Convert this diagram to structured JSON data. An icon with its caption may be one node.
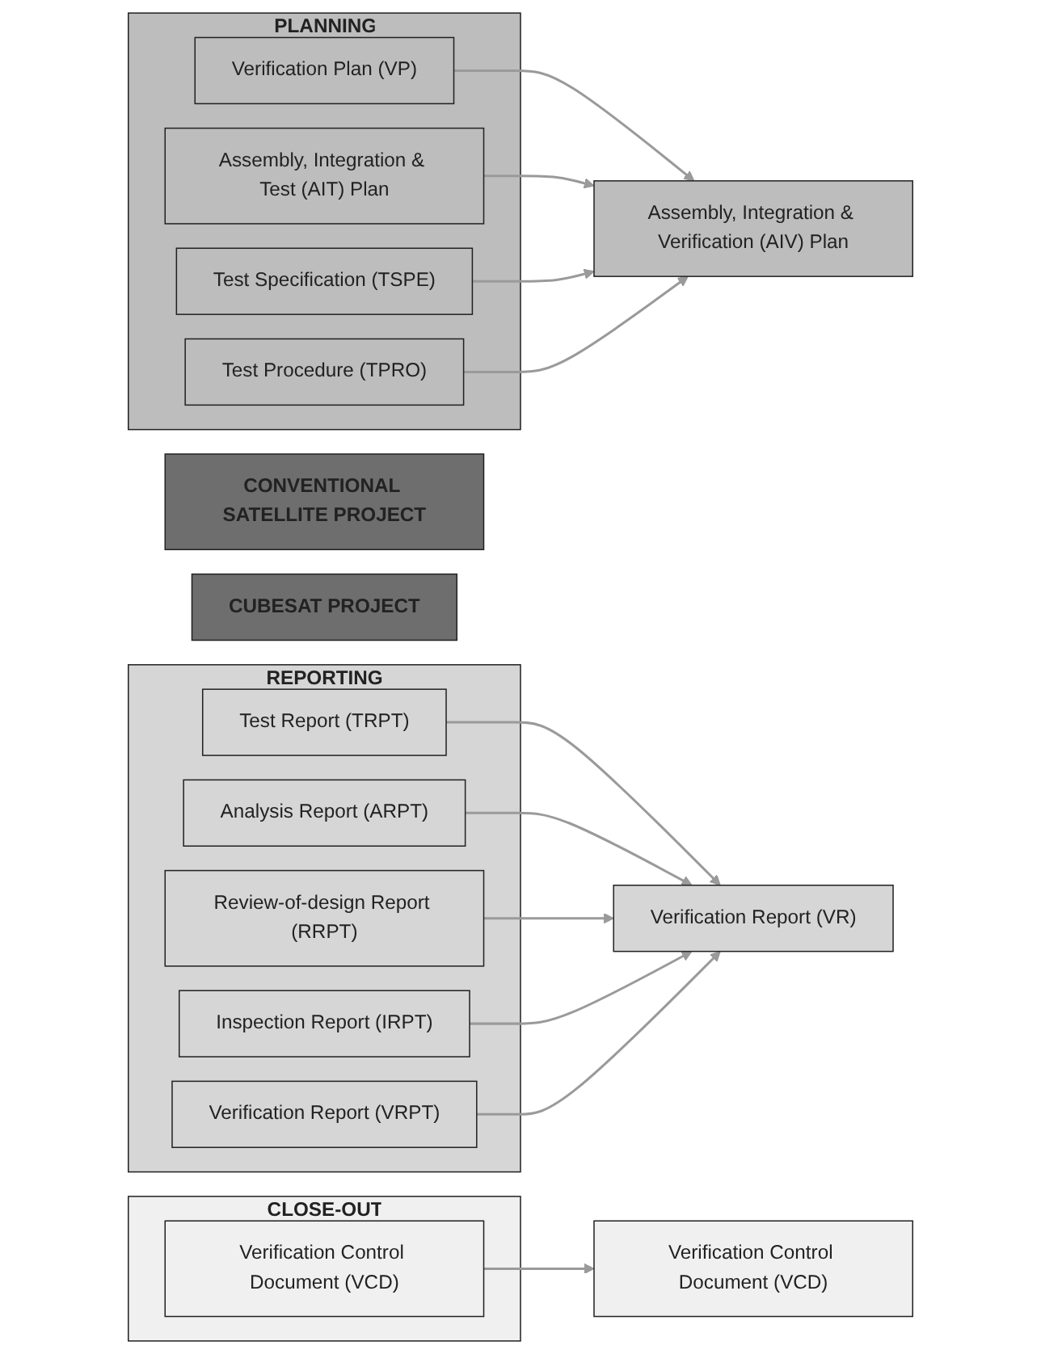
{
  "diagram": {
    "nodes": [
      {
        "text": [
          "CONVENTIONAL SATELLITE PROJECT"
        ]
      },
      {
        "text": [
          "CUBESAT PROJECT"
        ]
      },
      {
        "text": [
          "PLANNING"
        ]
      },
      {
        "text": [
          "Verification Plan (VP)"
        ],
        "in": 2
      },
      {
        "text": [
          "Assembly, Integration & Test (AIT) Plan"
        ],
        "in": 2
      },
      {
        "text": [
          "Test Specification (TSPE)"
        ],
        "in": 2
      },
      {
        "text": [
          "Test Procedure (TPRO)"
        ],
        "in": 2
      },
      {
        "text": [
          "REPORTING"
        ]
      },
      {
        "text": [
          "Test Report (TRPT)"
        ],
        "in": 7
      },
      {
        "text": [
          "Analysis Report (ARPT)"
        ],
        "in": 7
      },
      {
        "text": [
          "Review-of-design Report (RRPT)"
        ],
        "in": 7
      },
      {
        "text": [
          "Inspection Report (IRPT)"
        ],
        "in": 7
      },
      {
        "text": [
          "Verification Report (VRPT)"
        ],
        "in": 7
      },
      {
        "text": [
          "CLOSE-OUT"
        ]
      },
      {
        "text": [
          "Verification Control Document (VCD)"
        ],
        "in": 13
      },
      {
        "text": [
          "Assembly, Integration & Verification (AIV) Plan"
        ]
      },
      {
        "text": [
          "Verification Report (VR)"
        ]
      },
      {
        "text": [
          "Verification Control Document (VCD)"
        ]
      }
    ],
    "edges": [
      {
        "from": 3,
        "to": 15,
        "arrow": "to"
      },
      {
        "from": 4,
        "to": 15,
        "arrow": "to"
      },
      {
        "from": 5,
        "to": 15,
        "arrow": "to"
      },
      {
        "from": 6,
        "to": 15,
        "arrow": "to"
      },
      {
        "from": 8,
        "to": 16,
        "arrow": "to"
      },
      {
        "from": 9,
        "to": 16,
        "arrow": "to"
      },
      {
        "from": 10,
        "to": 16,
        "arrow": "to"
      },
      {
        "from": 11,
        "to": 16,
        "arrow": "to"
      },
      {
        "from": 12,
        "to": 16,
        "arrow": "to"
      },
      {
        "from": 14,
        "to": 17,
        "arrow": "to"
      }
    ]
  }
}
